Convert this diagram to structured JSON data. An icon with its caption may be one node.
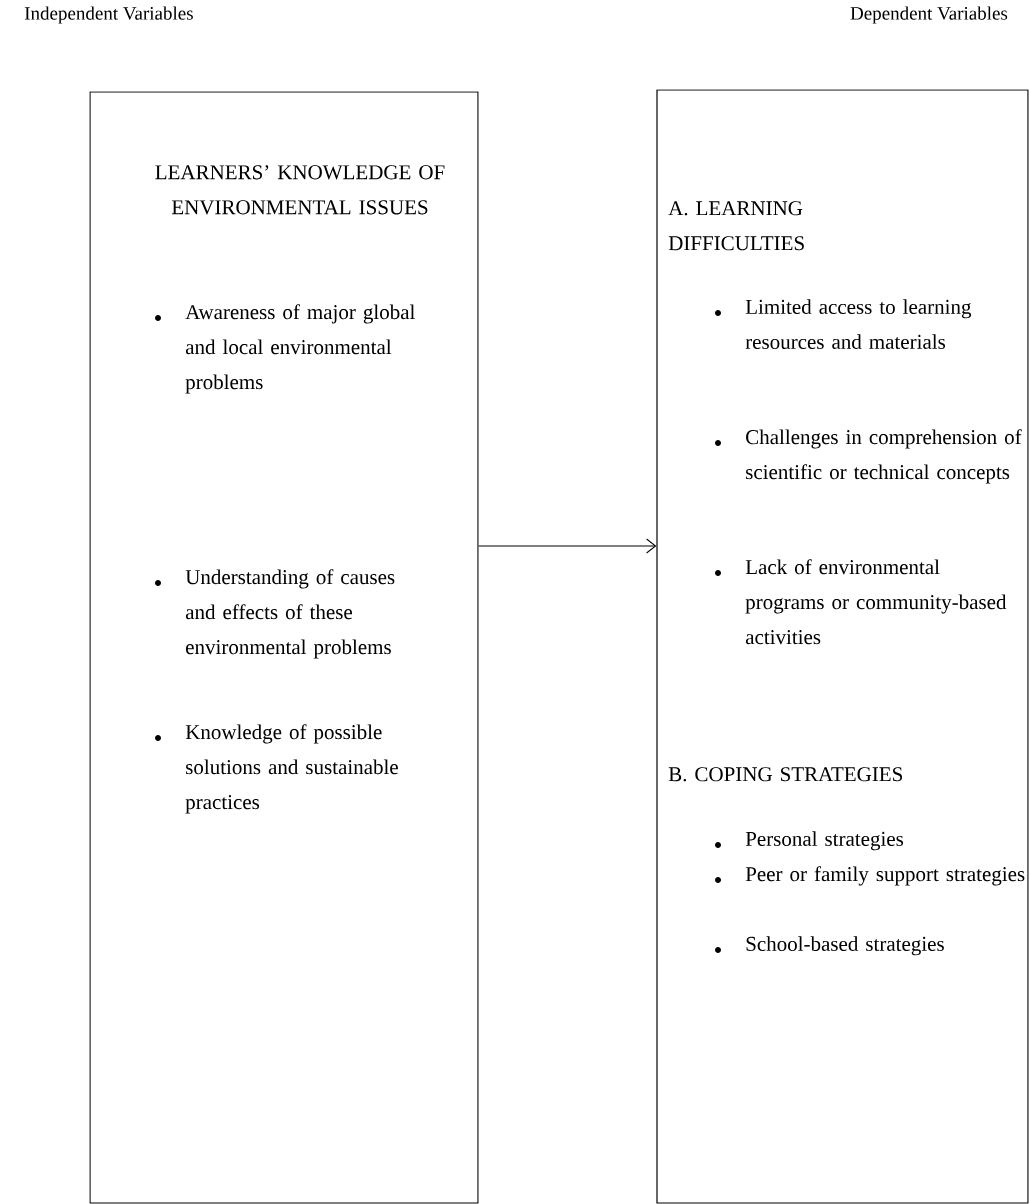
{
  "diagram": {
    "nodes": [
      {
        "text": [
          "LEARNERS’ KNOWLEDGE OF ENVIRONMENTAL ISSUES",
          "Awareness of major global and local environmental problems",
          "Understanding of causes and effects of these environmental problems",
          "Knowledge of possible solutions and sustainable practices"
        ]
      },
      {
        "text": [
          "A. LEARNING DIFFICULTIES",
          "Limited access to learning resources and materials",
          "Challenges in comprehension of scientific or technical concepts",
          "Lack of environmental programs or community-based activities",
          "B. COPING STRATEGIES",
          "Personal strategies",
          "Peer or family support strategies",
          "School-based strategies"
        ]
      }
    ],
    "edges": [
      {
        "from": 0,
        "to": 1,
        "arrow": "to"
      }
    ],
    "labels": [
      "Independent Variables",
      "Dependent Variables"
    ]
  }
}
